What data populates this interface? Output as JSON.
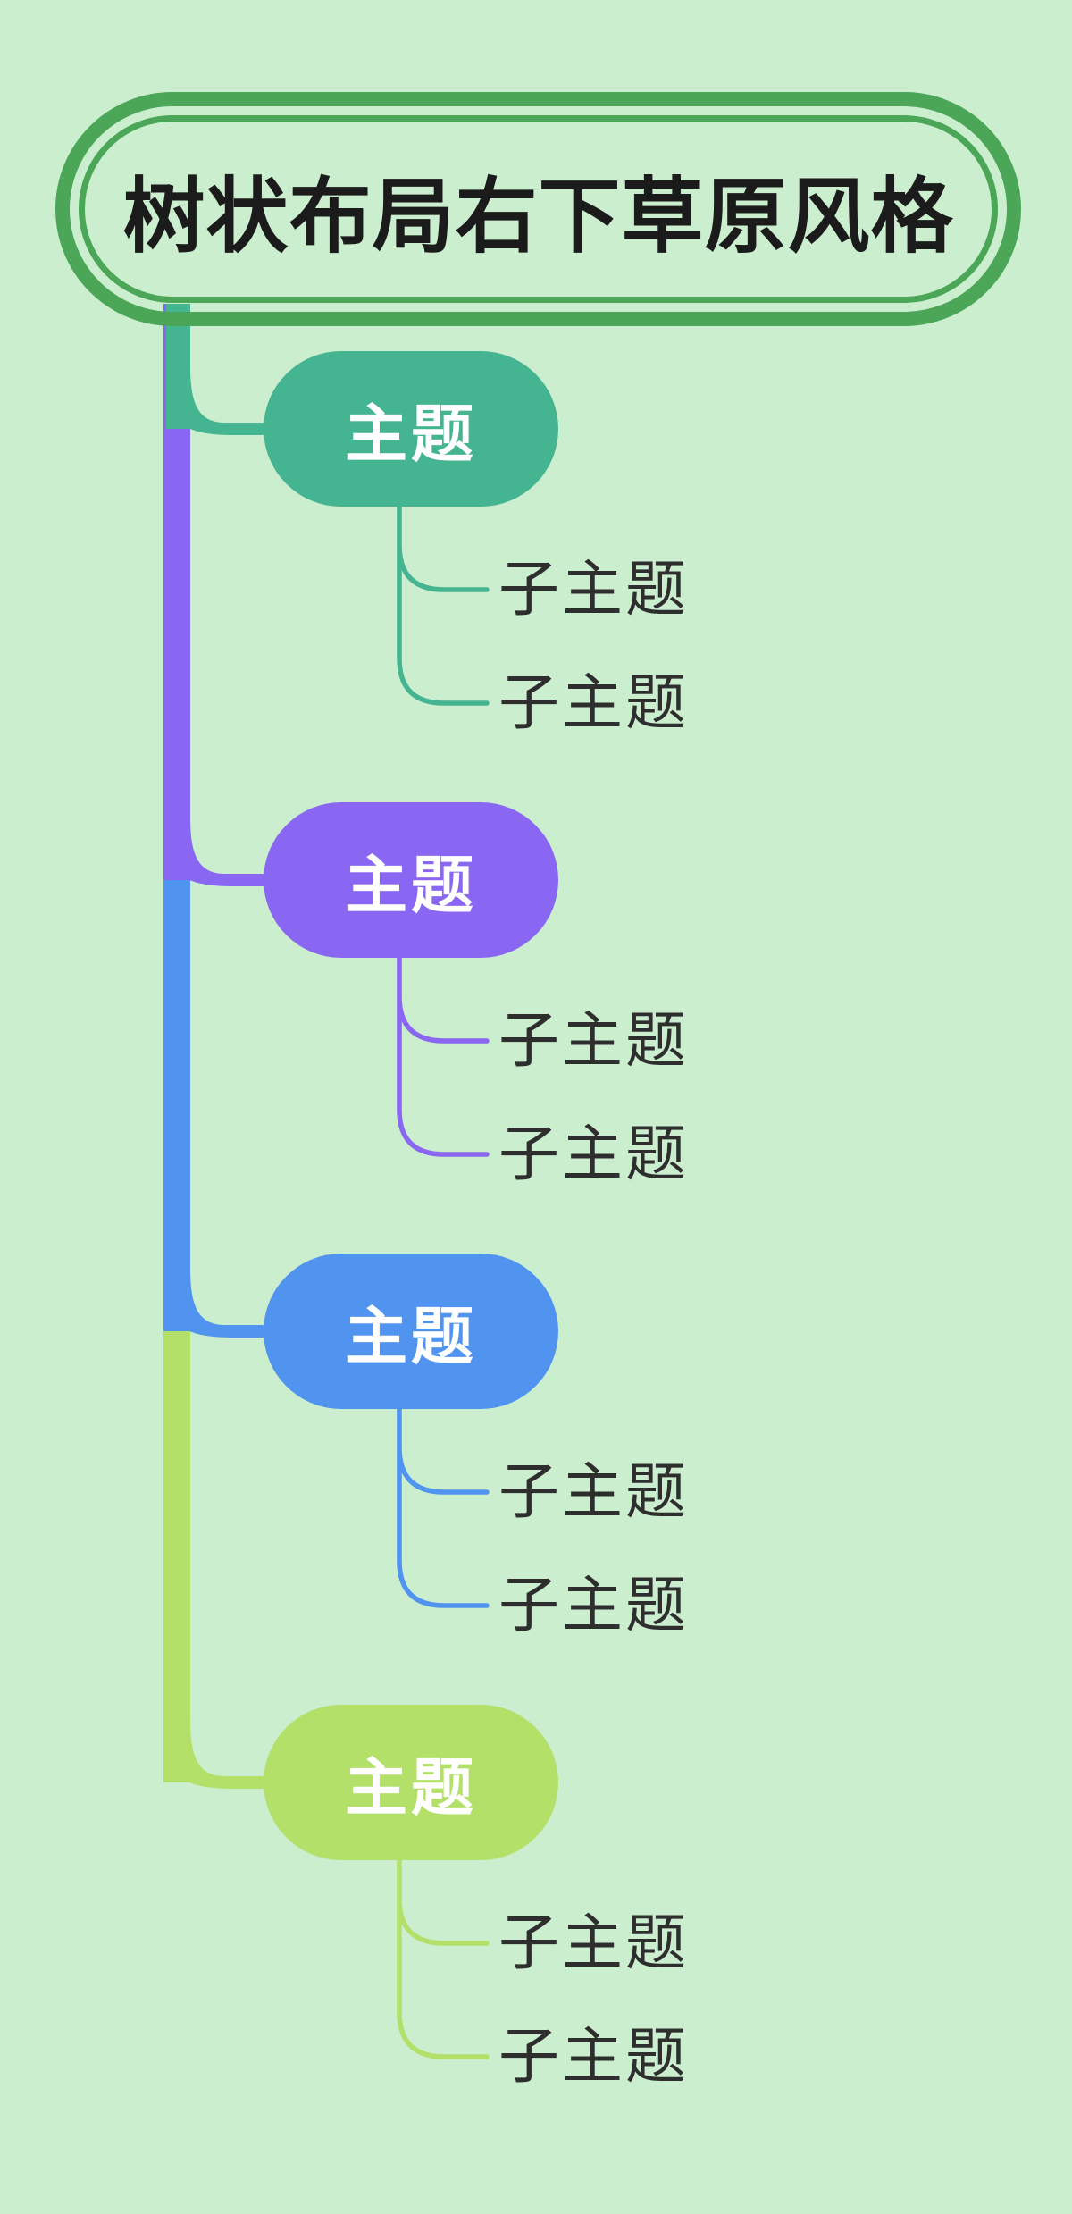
{
  "canvas": {
    "background_color": "#cbeecf"
  },
  "root": {
    "title": "树状布局右下草原风格",
    "border_color": "#4ba657",
    "text_color": "#1b1b1b"
  },
  "subtopic_text_color": "#2e2e2e",
  "branches": [
    {
      "label": "主题",
      "color": "#45b491",
      "label_color": "#ffffff",
      "subtopics": [
        {
          "label": "子主题"
        },
        {
          "label": "子主题"
        }
      ]
    },
    {
      "label": "主题",
      "color": "#8a67f2",
      "label_color": "#ffffff",
      "subtopics": [
        {
          "label": "子主题"
        },
        {
          "label": "子主题"
        }
      ]
    },
    {
      "label": "主题",
      "color": "#5094f0",
      "label_color": "#ffffff",
      "subtopics": [
        {
          "label": "子主题"
        },
        {
          "label": "子主题"
        }
      ]
    },
    {
      "label": "主题",
      "color": "#b3e069",
      "label_color": "#ffffff",
      "subtopics": [
        {
          "label": "子主题"
        },
        {
          "label": "子主题"
        }
      ]
    }
  ]
}
